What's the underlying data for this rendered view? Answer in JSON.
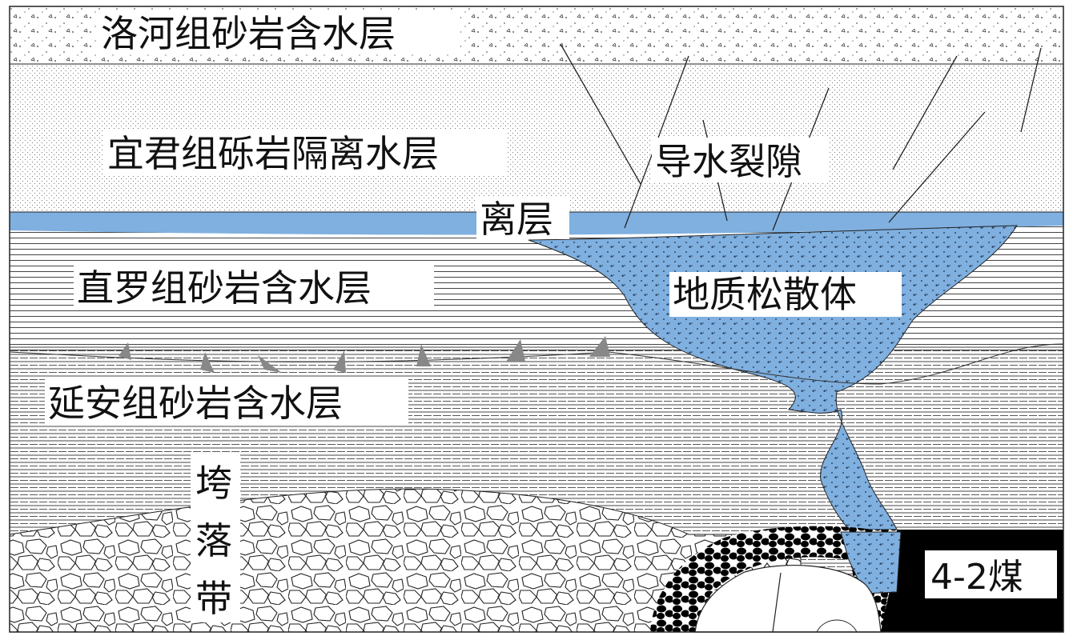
{
  "labels": {
    "luohe": "洛河组砂岩含水层",
    "yijun": "宜君组砾岩隔离水层",
    "fracture": "导水裂隙",
    "separation": "离层",
    "zhiluo": "直罗组砂岩含水层",
    "loose_body": "地质松散体",
    "yanan": "延安组砂岩含水层",
    "caving_1": "垮",
    "caving_2": "落",
    "caving_3": "带",
    "coal": "4-2煤"
  },
  "colors": {
    "water_blue": "#7fb0e0",
    "line": "#222222",
    "coal": "#000000",
    "arrow_grey": "#808080"
  }
}
